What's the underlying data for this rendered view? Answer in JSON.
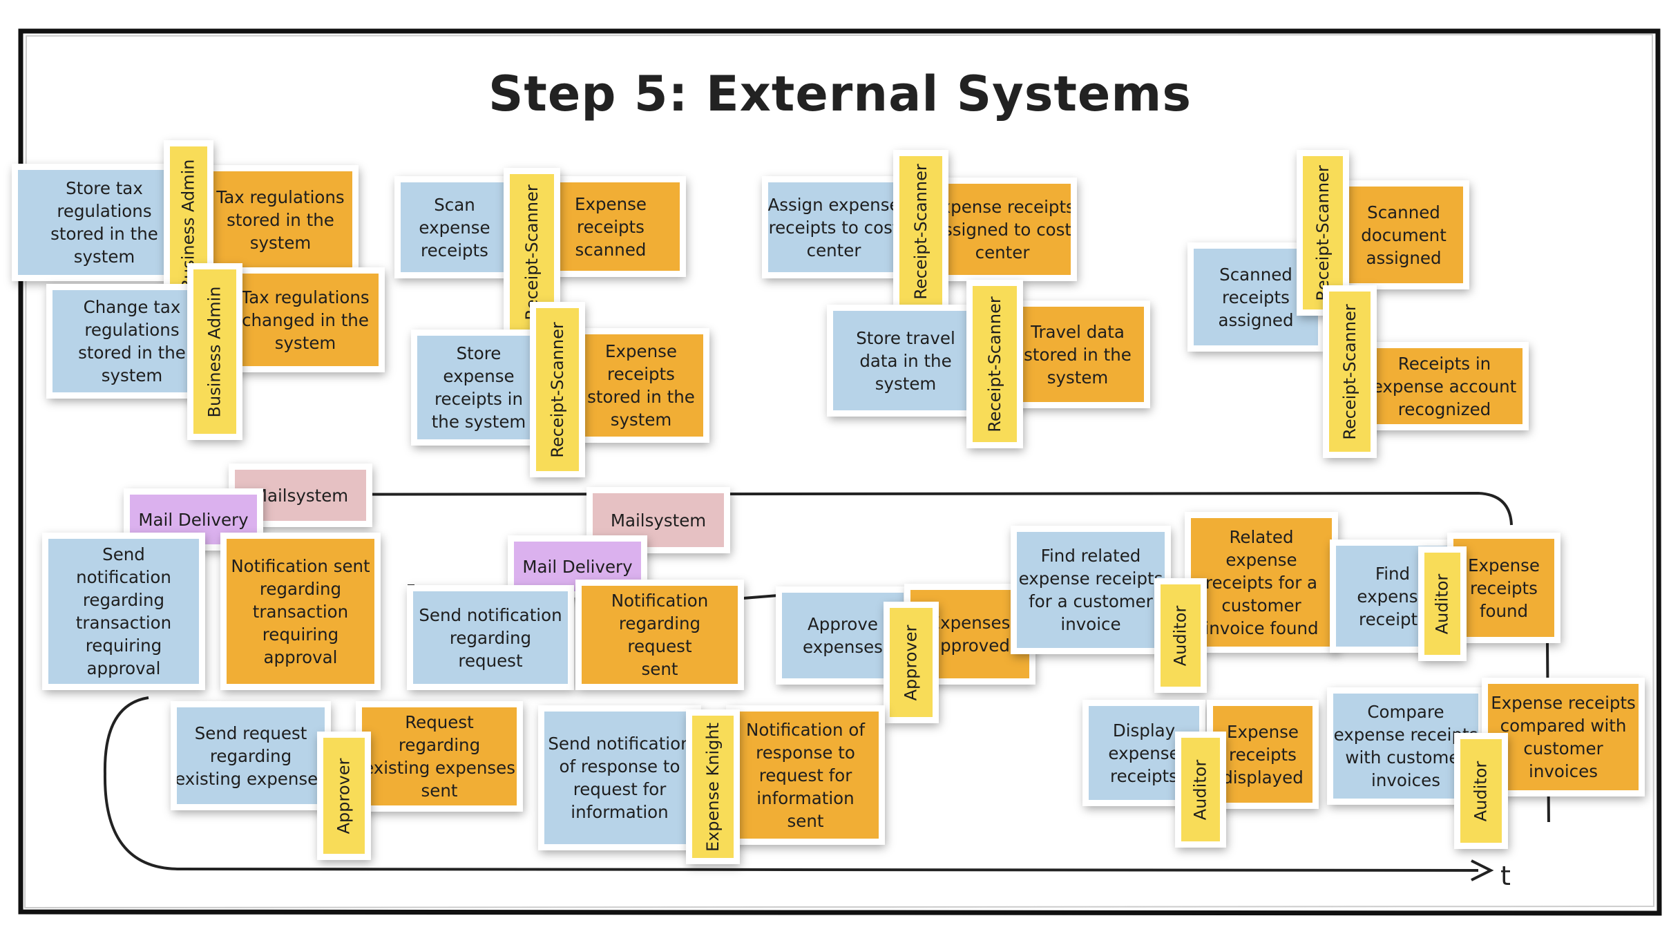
{
  "title": "Step 5: External Systems",
  "timeline_label": "t",
  "colors": {
    "command": "#b7d3e8",
    "event": "#f1ae35",
    "external_system": "#e6c1c3",
    "mail_delivery": "#dbb1ee",
    "actor": "#f8dc58"
  },
  "notes": {
    "store_tax": "Store tax\nregulations\nstored in the\nsystem",
    "tax_stored": "Tax regulations\nstored in the\nsystem",
    "biz_admin_1": "Business Admin",
    "change_tax": "Change tax\nregulations\nstored in the\nsystem",
    "tax_changed": "Tax regulations\nchanged in the\nsystem",
    "biz_admin_2": "Business Admin",
    "scan_receipts": "Scan\nexpense\nreceipts",
    "receipts_scanned": "Expense\nreceipts\nscanned",
    "scanner_1": "Receipt-Scanner",
    "store_receipts": "Store\nexpense\nreceipts in\nthe system",
    "receipts_stored": "Expense\nreceipts\nstored in the\nsystem",
    "scanner_2": "Receipt-Scanner",
    "assign_receipts": "Assign expense\nreceipts to cost\ncenter",
    "receipts_assigned": "Expense receipts\nassigned to cost\ncenter",
    "scanner_3": "Receipt-Scanner",
    "store_travel": "Store travel\ndata in the\nsystem",
    "travel_stored": "Travel data\nstored in the\nsystem",
    "scanner_4": "Receipt-Scanner",
    "scanned_receipts_assigned": "Scanned\nreceipts\nassigned",
    "scanned_doc_assigned": "Scanned\ndocument\nassigned",
    "scanner_5": "Receipt-Scanner",
    "receipts_recognized": "Receipts in\nexpense account\nrecognized",
    "scanner_6": "Receipt-Scanner",
    "mailsystem_1": "Mailsystem",
    "mail_delivery_1": "Mail Delivery",
    "send_notif_transaction": "Send\nnotification\nregarding\ntransaction\nrequiring\napproval",
    "notif_sent_transaction": "Notification sent\nregarding\ntransaction\nrequiring\napproval",
    "mailsystem_2": "Mailsystem",
    "mail_delivery_2": "Mail Delivery",
    "send_notif_request": "Send notification\nregarding\nrequest",
    "notif_request_sent": "Notification\nregarding\nrequest\nsent",
    "approve_expenses": "Approve\nexpenses",
    "expenses_approved": "Expenses\napproved",
    "approver_1": "Approver",
    "find_related": "Find related\nexpense receipts\nfor a customer\ninvoice",
    "related_found": "Related\nexpense\nreceipts for a\ncustomer\ninvoice found",
    "auditor_1": "Auditor",
    "find_receipts": "Find\nexpense\nreceipts",
    "receipts_found": "Expense\nreceipts\nfound",
    "auditor_2": "Auditor",
    "send_request": "Send request\nregarding\nexisting expenses",
    "request_sent": "Request\nregarding\nexisting expenses\nsent",
    "approver_2": "Approver",
    "send_notif_response": "Send notification\nof response to\nrequest for\ninformation",
    "notif_response_sent": "Notification of\nresponse to\nrequest for\ninformation\nsent",
    "expense_knight": "Expense Knight",
    "display_receipts": "Display\nexpense\nreceipts",
    "receipts_displayed": "Expense\nreceipts\ndisplayed",
    "auditor_3": "Auditor",
    "compare_receipts": "Compare\nexpense receipts\nwith customer\ninvoices",
    "receipts_compared": "Expense receipts\ncompared with\ncustomer\ninvoices",
    "auditor_4": "Auditor"
  }
}
